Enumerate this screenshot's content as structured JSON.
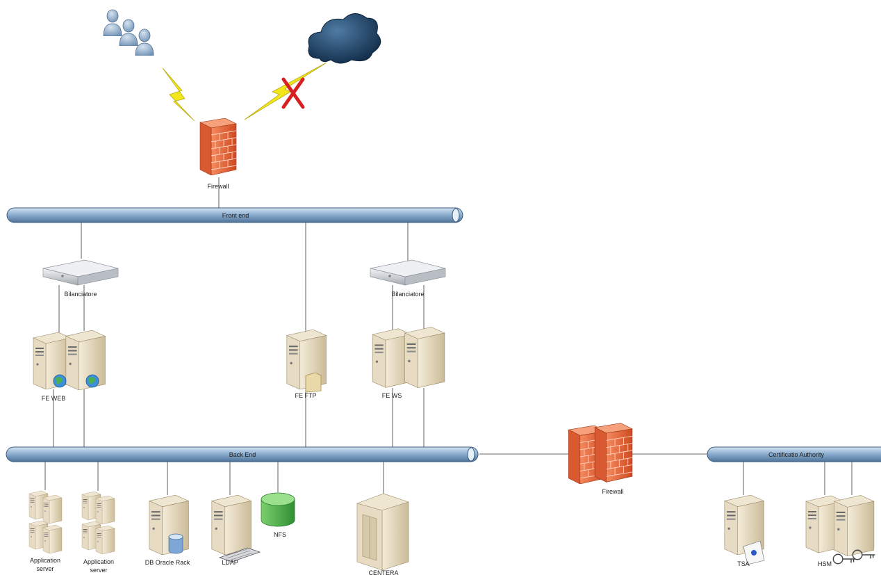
{
  "labels": {
    "firewall_top": "Firewall",
    "bus_front": "Front end",
    "bilanciatore_left": "Bilanciatore",
    "bilanciatore_right": "Bilanciatore",
    "fe_web": "FE WEB",
    "fe_ftp": "FE FTP",
    "fe_ws": "FE WS",
    "bus_back": "Back End",
    "bus_ca": "Certificatio Authority",
    "firewall_mid": "Firewall",
    "app_server_1_l1": "Application",
    "app_server_1_l2": "server",
    "app_server_2_l1": "Application",
    "app_server_2_l2": "server",
    "db_oracle": "DB Oracle Rack",
    "ldap": "LDAP",
    "nfs": "NFS",
    "centera": "CENTERA",
    "tsa": "TSA",
    "hsm": "HSM"
  },
  "icons": {
    "users": "users-icon",
    "internet": "cloud-icon",
    "blocked": "x-mark-icon",
    "firewall": "firewall-icon",
    "load_balancer": "rack-server-icon",
    "server": "tower-server-icon",
    "database": "database-icon",
    "storage": "nfs-disk-icon",
    "key": "key-icon"
  },
  "colors": {
    "bus": "#6f93b8",
    "firewall": "#e6603a",
    "server": "#dccfb2",
    "nfs": "#4fb34f",
    "lightning": "#f2e61c",
    "blocked_x": "#d92020",
    "cloud": "#1d4468"
  }
}
